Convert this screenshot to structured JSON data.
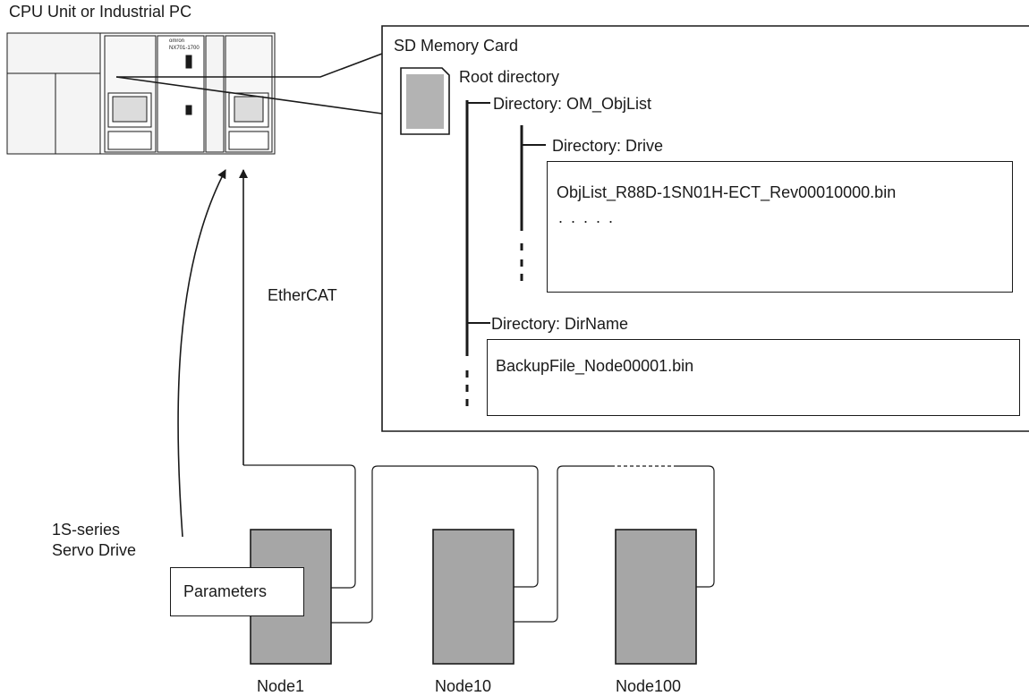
{
  "controller": {
    "title": "CPU Unit or Industrial PC",
    "brand": "omron",
    "model": "NX701-1700"
  },
  "sd_card": {
    "title": "SD Memory Card",
    "root": "Root directory",
    "dir_objlist": "Directory: OM_ObjList",
    "dir_drive": "Directory: Drive",
    "objlist_file": "ObjList_R88D-1SN01H-ECT_Rev00010000.bin",
    "objlist_more": ". . . . .",
    "dir_dirname": "Directory: DirName",
    "backup_file": "BackupFile_Node00001.bin"
  },
  "network": {
    "label": "EtherCAT"
  },
  "servo": {
    "label_line1": "1S-series",
    "label_line2": "Servo Drive",
    "parameters": "Parameters"
  },
  "nodes": [
    "Node1",
    "Node10",
    "Node100"
  ],
  "colors": {
    "line": "#1a1a1a",
    "device_fill": "#a6a6a6",
    "background": "#ffffff"
  }
}
